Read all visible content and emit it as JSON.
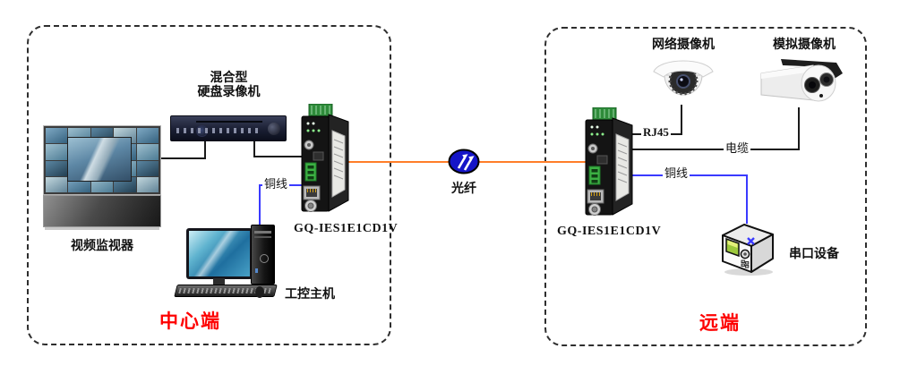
{
  "zones": {
    "center": {
      "label": "中心端",
      "monitor_label": "视频监视器",
      "dvr_label_line1": "混合型",
      "dvr_label_line2": "硬盘录像机",
      "converter_label": "GQ-IES1E1CD1V",
      "pc_label": "工控主机",
      "copper_label": "铜线"
    },
    "remote": {
      "label": "远端",
      "network_camera_label": "网络摄像机",
      "analog_camera_label": "模拟摄像机",
      "rj45_label": "RJ45",
      "cable_label": "电缆",
      "copper_label": "铜线",
      "converter_label": "GQ-IES1E1CD1V",
      "serial_device_label": "串口设备"
    },
    "link": {
      "fiber_label": "光纤"
    }
  },
  "colors": {
    "fiber_line": "#ff7e29",
    "copper_line": "#3a3aff",
    "connector_line": "#1a1a1a",
    "zone_label_text": "#fe0000",
    "fiber_node_fill": "#1515c8"
  },
  "icons": {
    "fiber_node": "blue-ellipse-dual-up-arrows"
  }
}
